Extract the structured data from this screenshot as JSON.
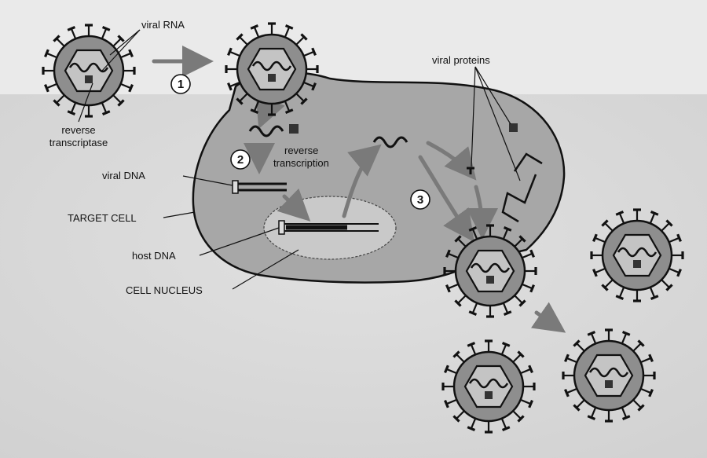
{
  "labels": {
    "viral_rna": "viral RNA",
    "reverse_transcriptase_line1": "reverse",
    "reverse_transcriptase_line2": "transcriptase",
    "viral_proteins": "viral proteins",
    "reverse_transcription_line1": "reverse",
    "reverse_transcription_line2": "transcription",
    "viral_dna": "viral DNA",
    "target_cell": "TARGET CELL",
    "host_dna": "host DNA",
    "cell_nucleus": "CELL NUCLEUS"
  },
  "steps": [
    "1",
    "2",
    "3"
  ],
  "colors": {
    "background": "#e9e9e9",
    "cell_fill": "#a7a7a7",
    "virus_fill": "#8e8e8e",
    "nucleus_fill": "#c8c8c8",
    "arrow": "#7a7a7a",
    "ink": "#111111"
  }
}
